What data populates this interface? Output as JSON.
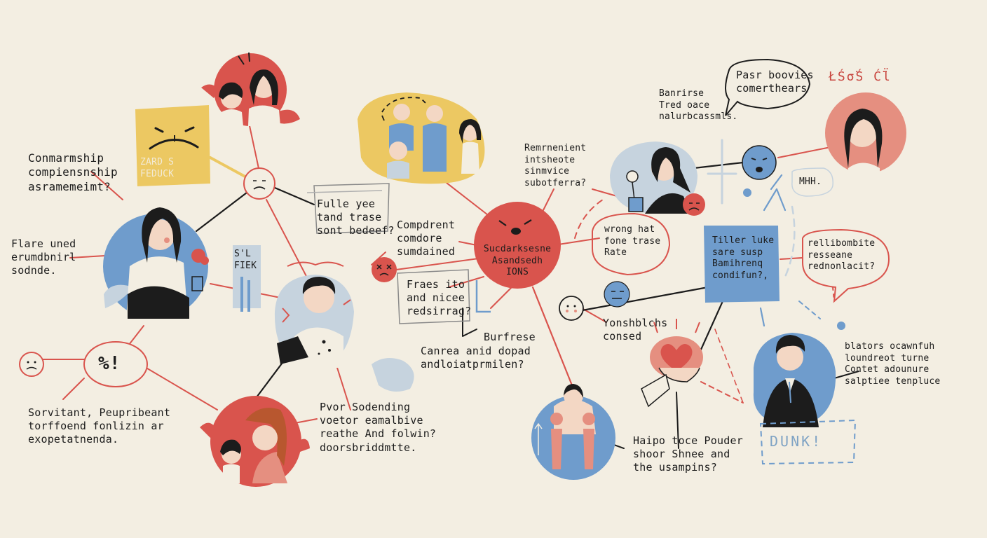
{
  "palette": {
    "background": "#f3eee2",
    "red": "#d9544d",
    "red_light": "#e58f80",
    "blue": "#6f9ccc",
    "blue_light": "#c6d3de",
    "yellow": "#ecc862",
    "ink": "#1c1c1c"
  },
  "labels": {
    "companionship_q": "Conmarmship\ncompiensnship\nasramemeimt?",
    "flare_uned": "Flare uned\nerumdbnirl\nsodnde.",
    "yellow_face_text": "ZARD S\nFEDUCK",
    "fulle_yee": "Fulle yee\ntand trase\nsont bedeef?",
    "sl_flek": "S'L\nFIEK",
    "compdrent": "Compdrent\ncomdore\nsumdained",
    "central_node": "Sucdarksesne\nAsandsedh\nIONS",
    "fraes": "Fraes ito\nand nicee\nredsirrag?",
    "burfrese": "Burfrese",
    "canrea": "Canrea anid dopad\nandloiatprmilen?",
    "percent_symbols": "%!",
    "sorvitant": "Sorvitant, Peupribeant\ntorffoend fonlizin ar\nexopetatnenda.",
    "pvor": "Pvor Sodending\nvoetor eamalbive\nreathe And folwin?\ndoorsbriddmtte.",
    "remrnenient": "Remrnenient\nintsheote\nsinmvice\nsubotferra?",
    "wrong_hat": "wrong hat\nfone trase\nRate",
    "yonshblchs": "Yonshblchs\nconsed",
    "haipo": "Haipo toce Pouder\nshoor Shnee and\nthe usampins?",
    "pasr_boovies": "Pasr boovies\ncomerthears",
    "banrirse": "Banrirse\nTred oace\nnalurbcassmls.",
    "red_scribble": "ŁŚσ̈Ś Ć̈l̈",
    "mhh": "MHH.",
    "tiller_luke": "Tiller luke\nsare susp\nBamihrenq\ncondifun?,",
    "relliobo": "rellibombite\nresseane\nrednonlacit?",
    "blators": "blators ocawnfuh\nloundreot turne\nContet adounure\nsalptiee tenpluce",
    "dunk": "DUNK!"
  }
}
